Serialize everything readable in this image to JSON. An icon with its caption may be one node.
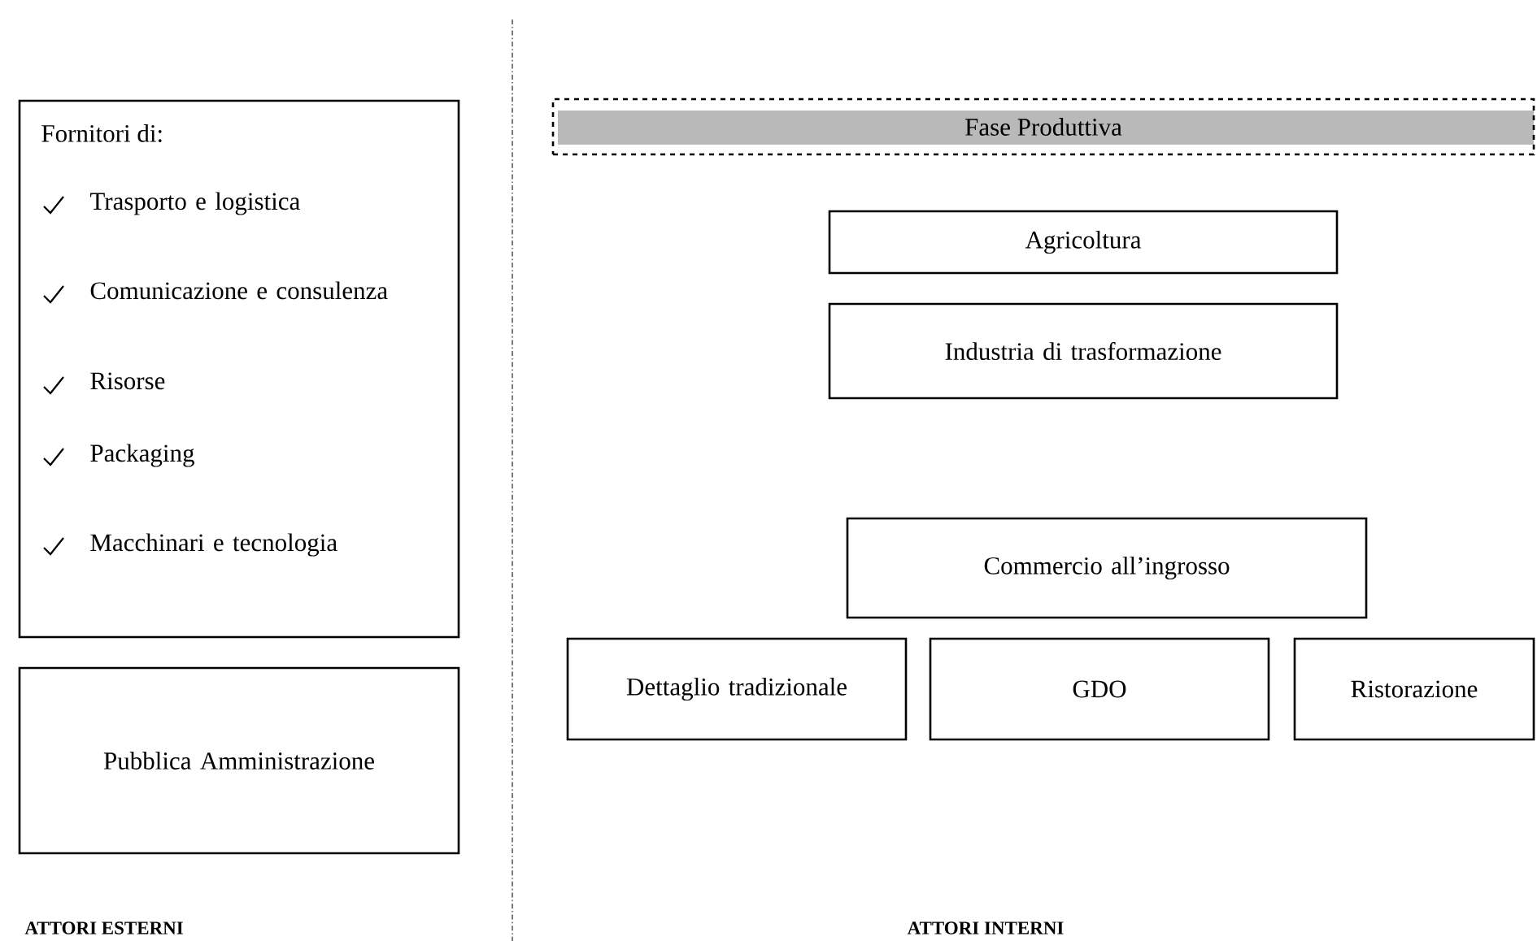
{
  "diagram": {
    "nodes": [
      {
        "text": [
          "Fornitori di:",
          "Trasporto e logistica",
          "Comunicazione e consulenza",
          "Risorse",
          "Packaging",
          "Macchinari e tecnologia"
        ]
      },
      {
        "text": [
          "Pubblica Amministrazione"
        ]
      },
      {
        "text": [
          "Fase Produttiva"
        ]
      },
      {
        "text": [
          "Agricoltura"
        ]
      },
      {
        "text": [
          "Industria di trasformazione"
        ]
      },
      {
        "text": [
          "Commercio all’ingrosso"
        ]
      },
      {
        "text": [
          "Dettaglio tradizionale"
        ]
      },
      {
        "text": [
          "GDO"
        ]
      },
      {
        "text": [
          "Ristorazione"
        ]
      }
    ],
    "edges": [],
    "labels": [
      "ATTORI ESTERNI",
      "ATTORI INTERNI"
    ]
  }
}
